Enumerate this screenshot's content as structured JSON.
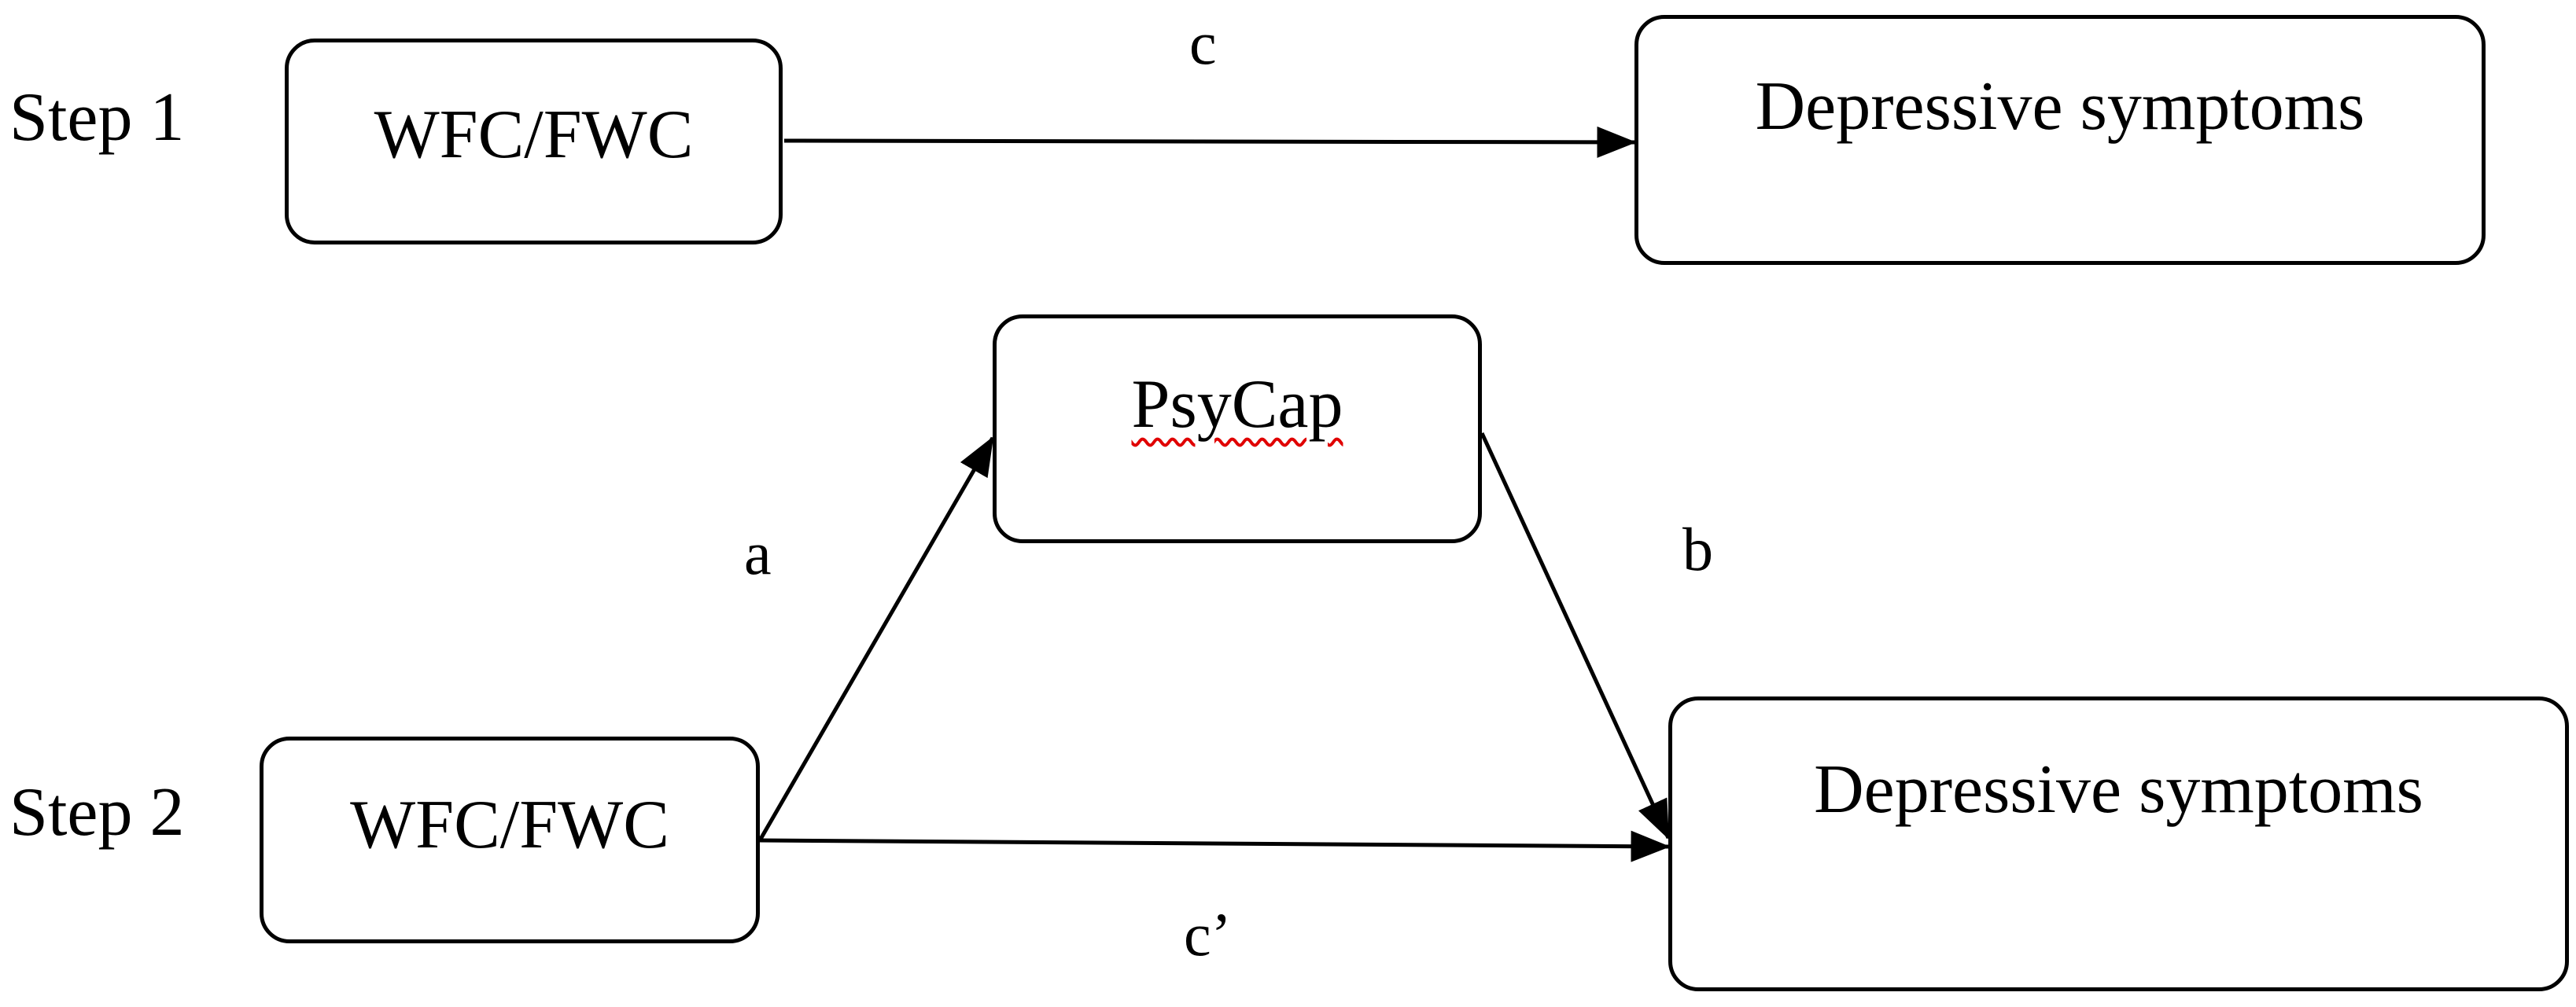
{
  "diagram": {
    "step1": {
      "label": "Step 1",
      "predictor": "WFC/FWC",
      "outcome": "Depressive symptoms",
      "path_c": "c"
    },
    "step2": {
      "label": "Step 2",
      "predictor": "WFC/FWC",
      "mediator": "PsyCap",
      "outcome": "Depressive symptoms",
      "path_a": "a",
      "path_b": "b",
      "path_c_prime": "c’"
    },
    "edges": [
      {
        "from": "step1.predictor",
        "to": "step1.outcome",
        "label": "c"
      },
      {
        "from": "step2.predictor",
        "to": "step2.mediator",
        "label": "a"
      },
      {
        "from": "step2.mediator",
        "to": "step2.outcome",
        "label": "b"
      },
      {
        "from": "step2.predictor",
        "to": "step2.outcome",
        "label": "c’"
      }
    ],
    "colors": {
      "stroke": "#000000",
      "background": "#ffffff",
      "spellcheck_underline": "#e00000"
    }
  }
}
